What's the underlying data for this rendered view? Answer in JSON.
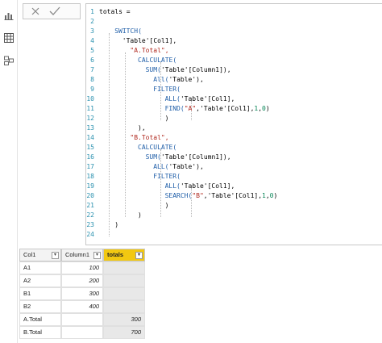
{
  "editor": {
    "lines": [
      [
        {
          "t": "totals = ",
          "c": "plain"
        }
      ],
      [],
      [
        {
          "t": "SWITCH(",
          "c": "fn"
        }
      ],
      [
        {
          "t": "'Table'[Col1],",
          "c": "plain"
        }
      ],
      [
        {
          "t": "\"A.Total\",",
          "c": "str"
        }
      ],
      [
        {
          "t": "CALCULATE(",
          "c": "fn"
        }
      ],
      [
        {
          "t": "SUM(",
          "c": "fn"
        },
        {
          "t": "'Table'[Column1]),",
          "c": "plain"
        }
      ],
      [
        {
          "t": "All(",
          "c": "fn"
        },
        {
          "t": "'Table'),",
          "c": "plain"
        }
      ],
      [
        {
          "t": "FILTER(",
          "c": "fn"
        }
      ],
      [
        {
          "t": "ALL(",
          "c": "fn"
        },
        {
          "t": "'Table'[Col1],",
          "c": "plain"
        }
      ],
      [
        {
          "t": "FIND(",
          "c": "fn"
        },
        {
          "t": "\"A\"",
          "c": "str"
        },
        {
          "t": ",'Table'[Col1],",
          "c": "plain"
        },
        {
          "t": "1",
          "c": "num"
        },
        {
          "t": ",",
          "c": "plain"
        },
        {
          "t": "0",
          "c": "num"
        },
        {
          "t": ")",
          "c": "plain"
        }
      ],
      [
        {
          "t": ")",
          "c": "plain"
        }
      ],
      [
        {
          "t": "),",
          "c": "plain"
        }
      ],
      [
        {
          "t": "\"B.Total\",",
          "c": "str"
        }
      ],
      [
        {
          "t": "CALCULATE(",
          "c": "fn"
        }
      ],
      [
        {
          "t": "SUM(",
          "c": "fn"
        },
        {
          "t": "'Table'[Column1]),",
          "c": "plain"
        }
      ],
      [
        {
          "t": "ALL(",
          "c": "fn"
        },
        {
          "t": "'Table'),",
          "c": "plain"
        }
      ],
      [
        {
          "t": "FILTER(",
          "c": "fn"
        }
      ],
      [
        {
          "t": "ALL(",
          "c": "fn"
        },
        {
          "t": "'Table'[Col1],",
          "c": "plain"
        }
      ],
      [
        {
          "t": "SEARCH(",
          "c": "fn"
        },
        {
          "t": "\"B\"",
          "c": "str"
        },
        {
          "t": ",'Table'[Col1],",
          "c": "plain"
        },
        {
          "t": "1",
          "c": "num"
        },
        {
          "t": ",",
          "c": "plain"
        },
        {
          "t": "0",
          "c": "num"
        },
        {
          "t": ")",
          "c": "plain"
        }
      ],
      [
        {
          "t": ")",
          "c": "plain"
        }
      ],
      [
        {
          "t": ")",
          "c": "plain"
        }
      ],
      [
        {
          "t": ")",
          "c": "plain"
        }
      ],
      []
    ]
  },
  "table": {
    "headers": [
      "Col1",
      "Column1",
      "totals"
    ],
    "rows": [
      [
        "A1",
        "100",
        ""
      ],
      [
        "A2",
        "200",
        ""
      ],
      [
        "B1",
        "300",
        ""
      ],
      [
        "B2",
        "400",
        ""
      ],
      [
        "A.Total",
        "",
        "300"
      ],
      [
        "B.Total",
        "",
        "700"
      ]
    ]
  },
  "colors": {
    "selected_header": "#f2c811",
    "function_token": "#1f5ea8",
    "string_token": "#b0281e",
    "number_token": "#098658",
    "line_number": "#2b91af"
  }
}
